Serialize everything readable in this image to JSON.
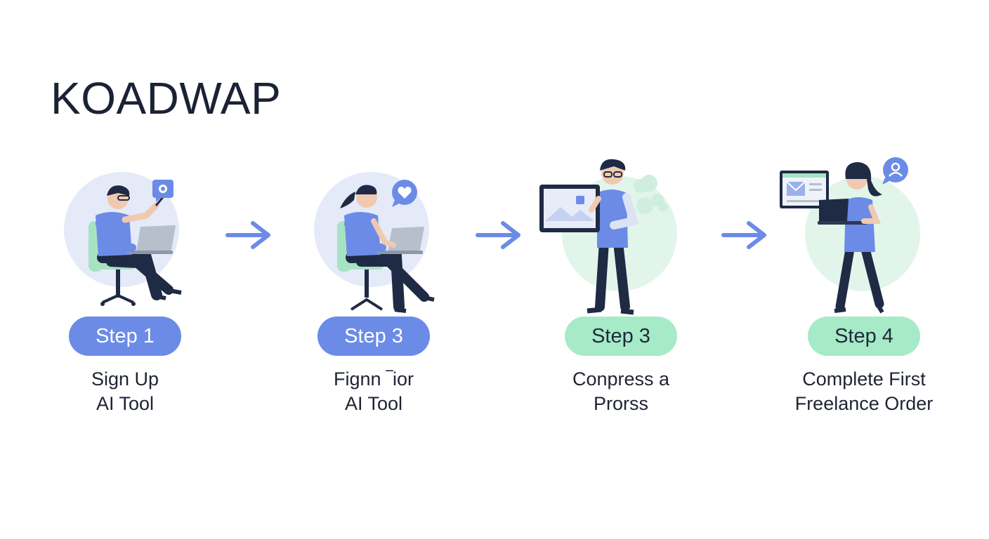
{
  "title": "KOADWAP",
  "colors": {
    "blue": "#6b8be7",
    "green": "#a7eac8",
    "circle_blue": "#e4eaf8",
    "circle_green": "#e2f5ea",
    "navy": "#1f2a44",
    "shirt": "#6b8be7",
    "skin": "#f1c9b1"
  },
  "steps": [
    {
      "pill": "Step 1",
      "pill_color": "blue",
      "line1": "Sign Up",
      "line2": "AI Tool",
      "icon": "chat-bubble-icon"
    },
    {
      "pill": "Step 3",
      "pill_color": "blue",
      "line1": "Fignn ‾ior",
      "line2": "AI Tool",
      "icon": "heart-bubble-icon"
    },
    {
      "pill": "Step 3",
      "pill_color": "green",
      "line1": "Conpress a",
      "line2": "Prorss",
      "icon": "image-board-icon"
    },
    {
      "pill": "Step 4",
      "pill_color": "green",
      "line1": "Complete First",
      "line2": "Freelance Order",
      "icon": "user-bubble-icon"
    }
  ]
}
